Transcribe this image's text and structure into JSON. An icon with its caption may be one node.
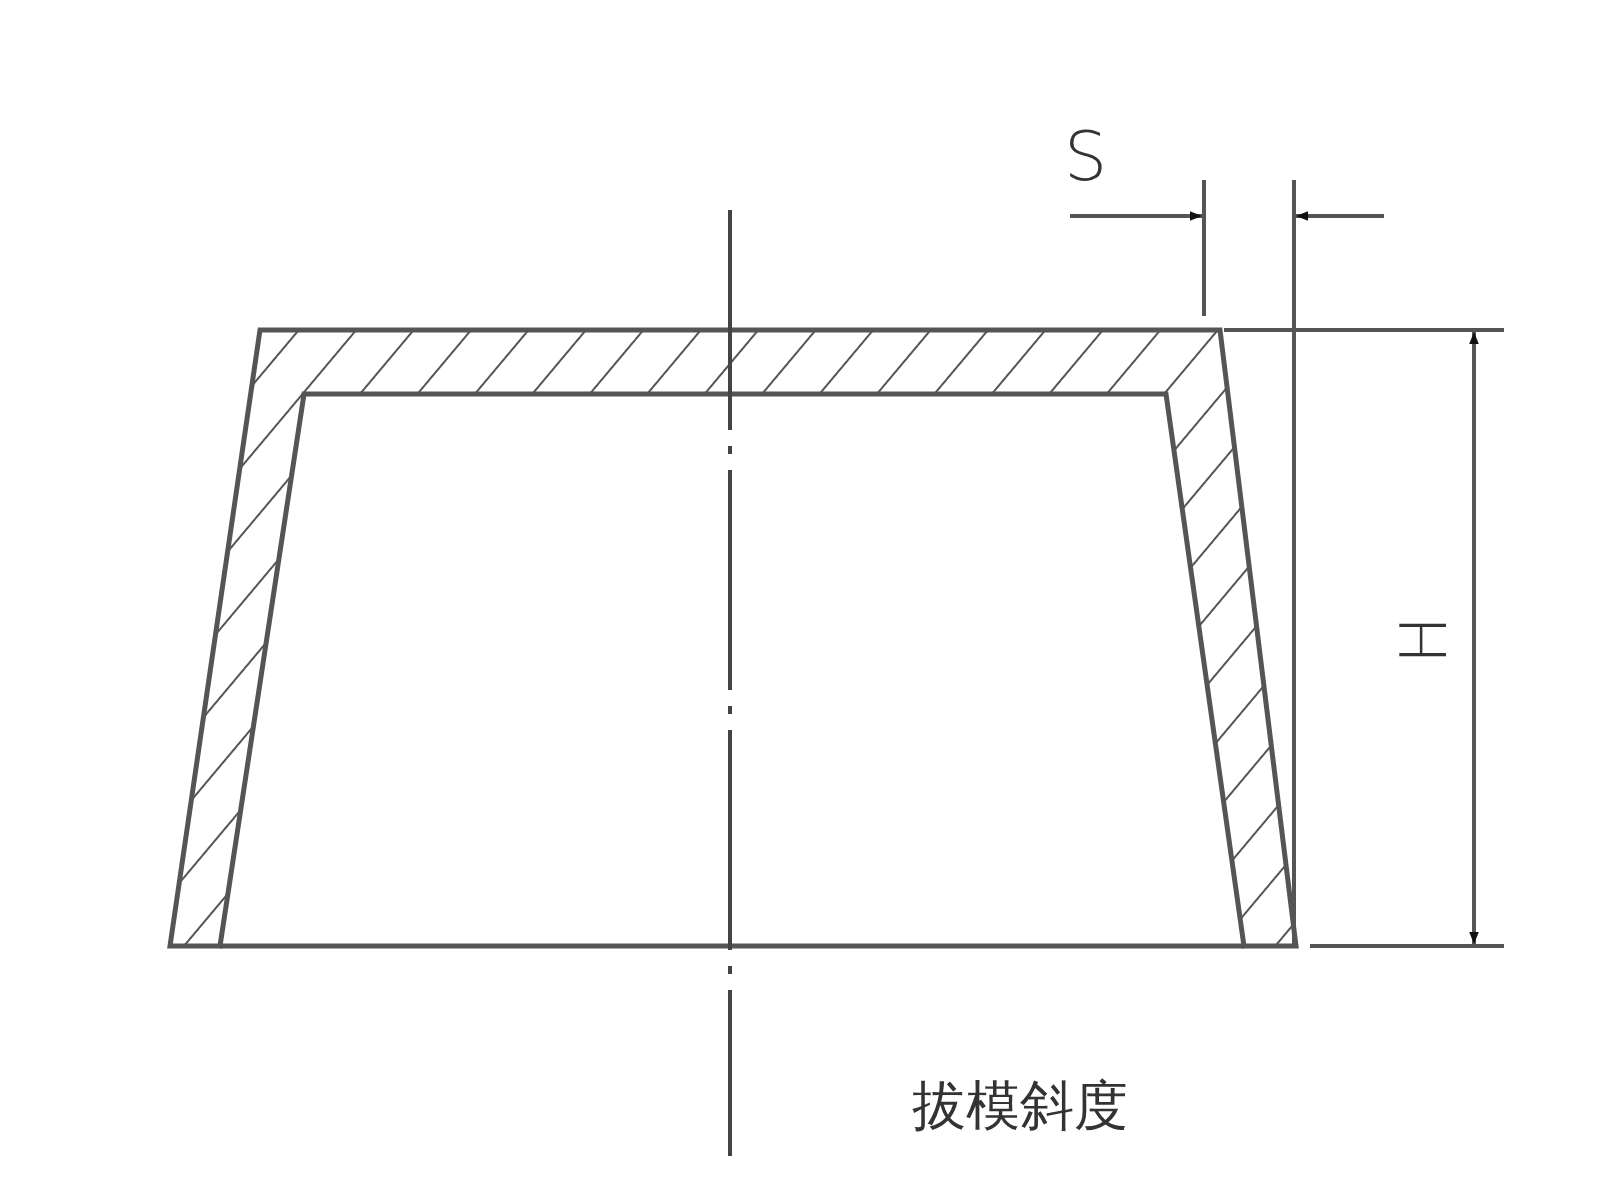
{
  "diagram": {
    "caption": "拔模斜度",
    "labels": [
      "S",
      "H"
    ]
  }
}
